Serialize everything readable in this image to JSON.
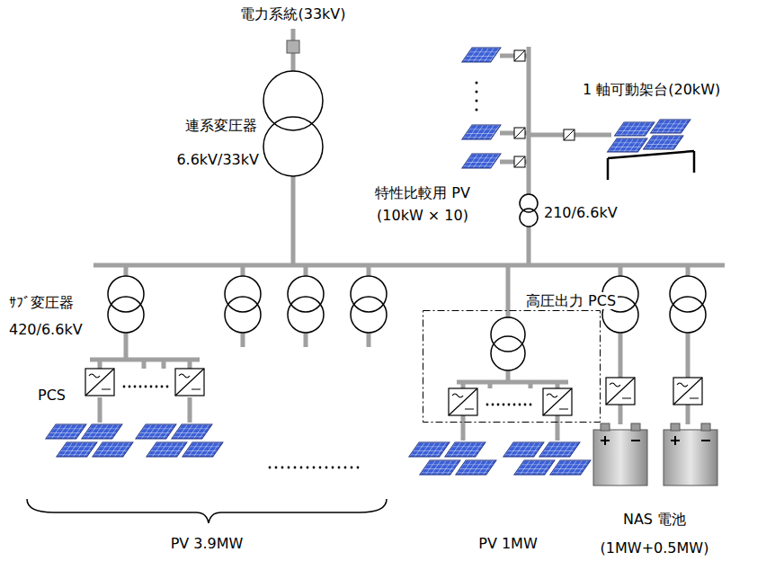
{
  "diagram": {
    "nodes": [
      {
        "text": [
          "高圧出力 PCS"
        ]
      }
    ],
    "labels": [
      "電力系統(33kV)",
      "連系変圧器",
      "6.6kV/33kV",
      "特性比較用 PV",
      "(10kW × 10)",
      "1 軸可動架台(20kW)",
      "210/6.6kV",
      "ｻﾌﾞ変圧器",
      "420/6.6kV",
      "PCS",
      "PV 3.9MW",
      "PV 1MW",
      "NAS 電池",
      "(1MW+0.5MW)"
    ]
  }
}
